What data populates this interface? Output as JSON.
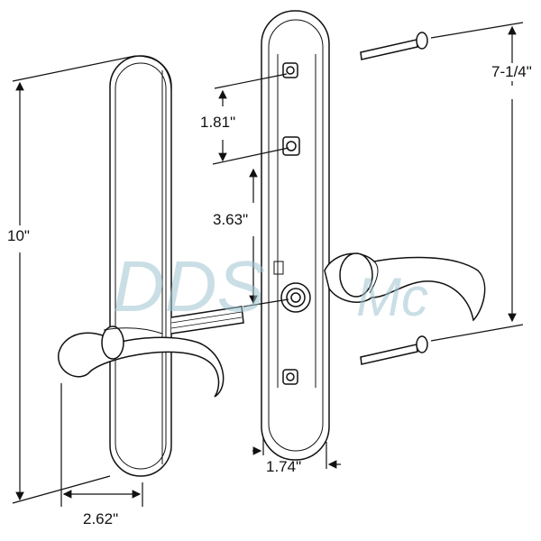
{
  "dimensions": {
    "height_total": "10\"",
    "width_backplate": "2.62\"",
    "spacing_upper": "1.81\"",
    "spacing_lower": "3.63\"",
    "width_inner_plate": "1.74\"",
    "screw_spacing": "7-1/4\""
  },
  "watermark": "DDS Mc",
  "colors": {
    "line": "#111111",
    "watermark": "#9fc3cf"
  }
}
